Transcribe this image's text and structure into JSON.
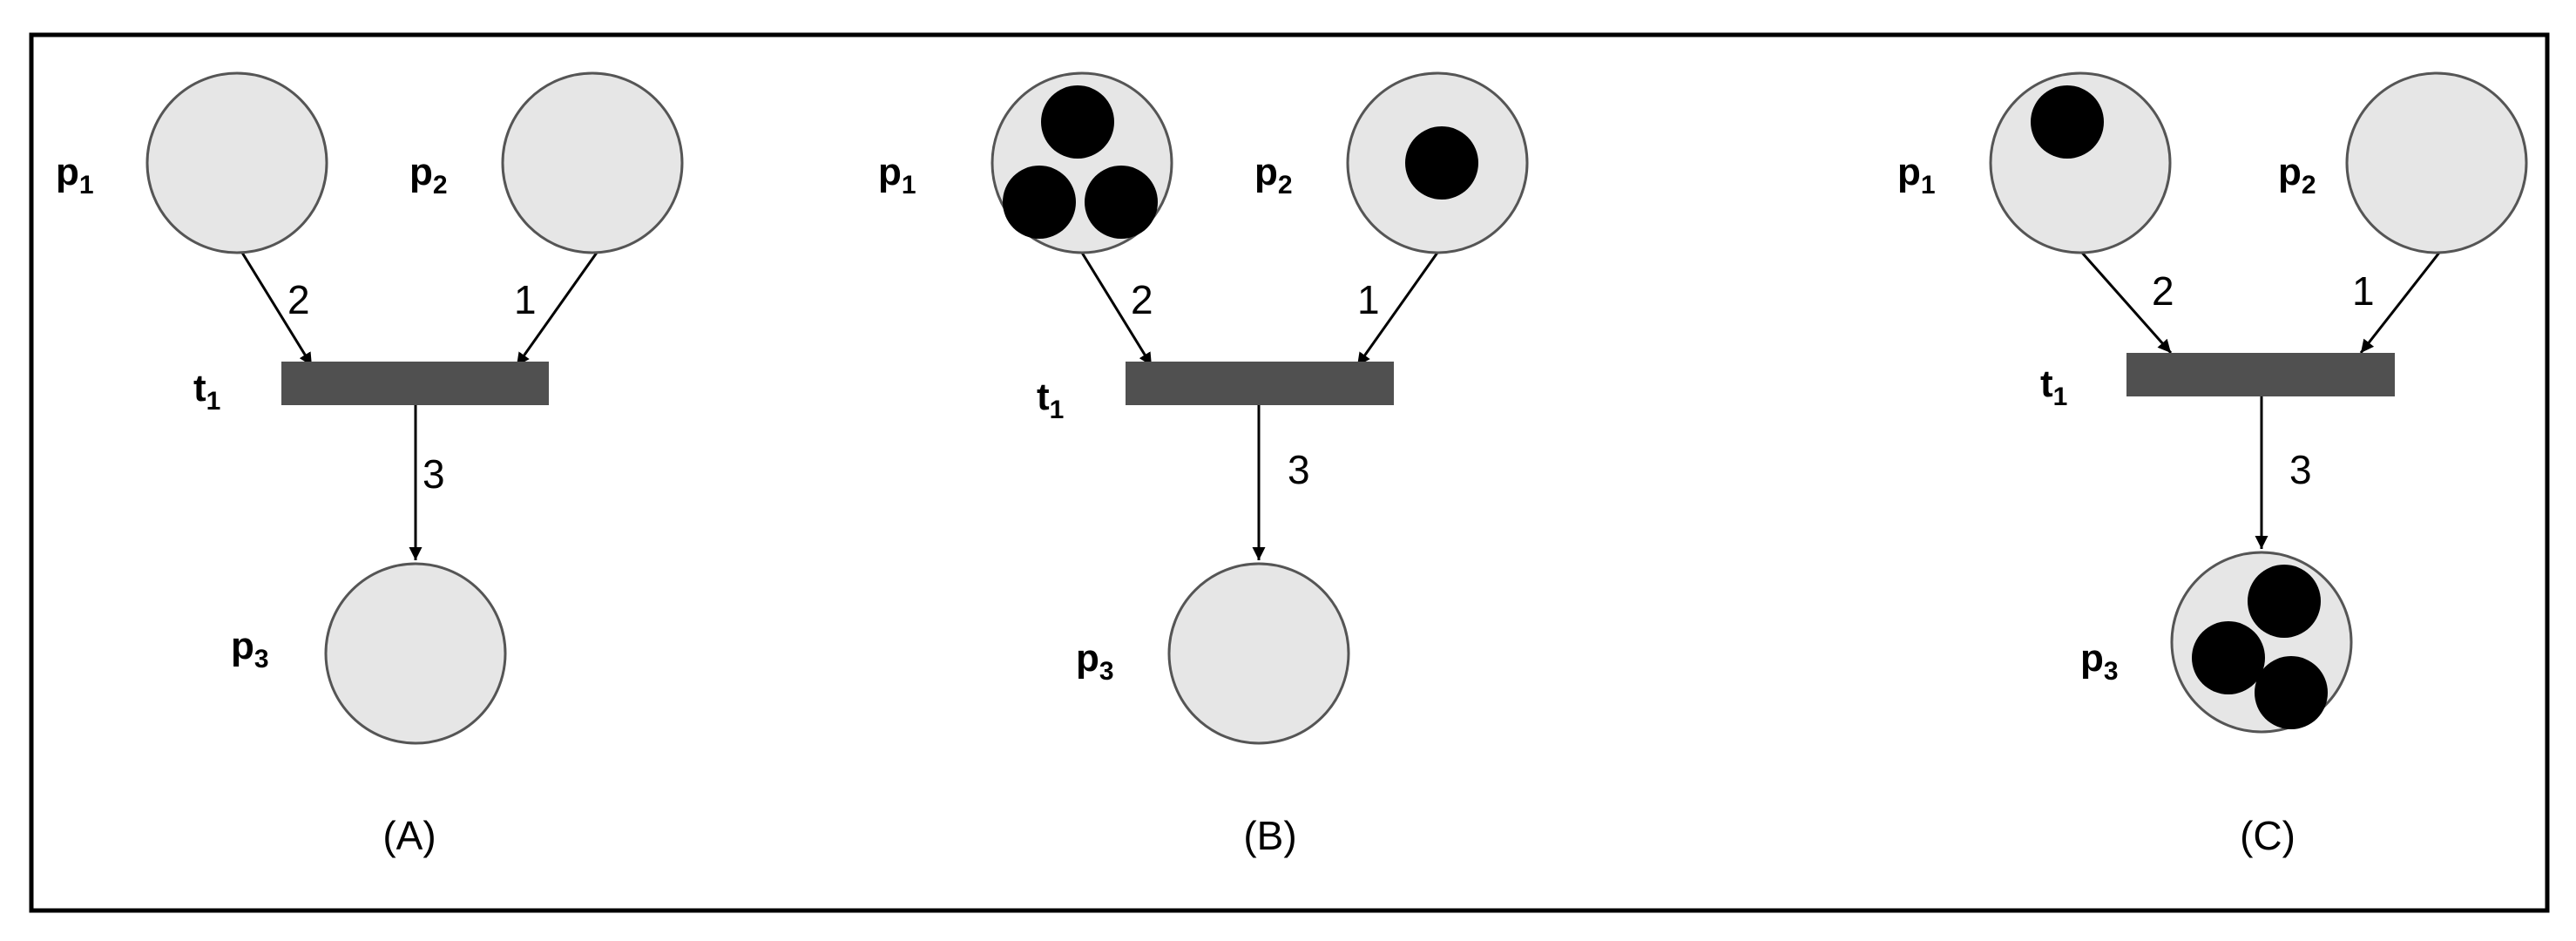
{
  "panels": [
    {
      "caption": "(A)",
      "places": [
        {
          "name": "p",
          "sub": "1",
          "tokens": 0
        },
        {
          "name": "p",
          "sub": "2",
          "tokens": 0
        },
        {
          "name": "p",
          "sub": "3",
          "tokens": 0
        }
      ],
      "transition": {
        "name": "t",
        "sub": "1"
      },
      "weights": {
        "p1_t1": "2",
        "p2_t1": "1",
        "t1_p3": "3"
      }
    },
    {
      "caption": "(B)",
      "places": [
        {
          "name": "p",
          "sub": "1",
          "tokens": 3
        },
        {
          "name": "p",
          "sub": "2",
          "tokens": 1
        },
        {
          "name": "p",
          "sub": "3",
          "tokens": 0
        }
      ],
      "transition": {
        "name": "t",
        "sub": "1"
      },
      "weights": {
        "p1_t1": "2",
        "p2_t1": "1",
        "t1_p3": "3"
      }
    },
    {
      "caption": "(C)",
      "places": [
        {
          "name": "p",
          "sub": "1",
          "tokens": 1
        },
        {
          "name": "p",
          "sub": "2",
          "tokens": 0
        },
        {
          "name": "p",
          "sub": "3",
          "tokens": 3
        }
      ],
      "transition": {
        "name": "t",
        "sub": "1"
      },
      "weights": {
        "p1_t1": "2",
        "p2_t1": "1",
        "t1_p3": "3"
      }
    }
  ],
  "colors": {
    "place_fill": "#e6e6e6",
    "place_stroke": "#555555",
    "transition_fill": "#505050",
    "token_fill": "#000000",
    "arc": "#000000",
    "frame": "#000000"
  }
}
